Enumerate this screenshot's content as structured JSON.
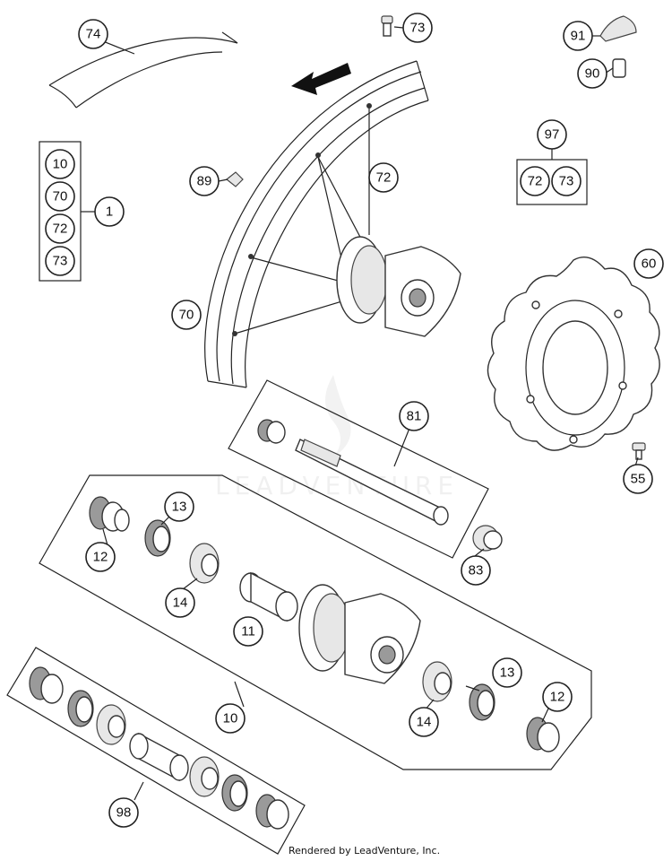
{
  "diagram": {
    "credit": "Rendered by LeadVenture, Inc.",
    "watermark": "LEADVENTURE",
    "callouts": [
      {
        "id": "c74",
        "label": "74"
      },
      {
        "id": "c73top",
        "label": "73"
      },
      {
        "id": "c91",
        "label": "91"
      },
      {
        "id": "c90",
        "label": "90"
      },
      {
        "id": "c97",
        "label": "97"
      },
      {
        "id": "c97_72",
        "label": "72"
      },
      {
        "id": "c97_73",
        "label": "73"
      },
      {
        "id": "c1",
        "label": "1"
      },
      {
        "id": "c1_10",
        "label": "10"
      },
      {
        "id": "c1_70",
        "label": "70"
      },
      {
        "id": "c1_72",
        "label": "72"
      },
      {
        "id": "c1_73",
        "label": "73"
      },
      {
        "id": "c89",
        "label": "89"
      },
      {
        "id": "c72",
        "label": "72"
      },
      {
        "id": "c60",
        "label": "60"
      },
      {
        "id": "c70",
        "label": "70"
      },
      {
        "id": "c81",
        "label": "81"
      },
      {
        "id": "c55",
        "label": "55"
      },
      {
        "id": "c13a",
        "label": "13"
      },
      {
        "id": "c12a",
        "label": "12"
      },
      {
        "id": "c83",
        "label": "83"
      },
      {
        "id": "c14a",
        "label": "14"
      },
      {
        "id": "c11",
        "label": "11"
      },
      {
        "id": "c13b",
        "label": "13"
      },
      {
        "id": "c12b",
        "label": "12"
      },
      {
        "id": "c14b",
        "label": "14"
      },
      {
        "id": "c10",
        "label": "10"
      },
      {
        "id": "c98",
        "label": "98"
      }
    ]
  }
}
